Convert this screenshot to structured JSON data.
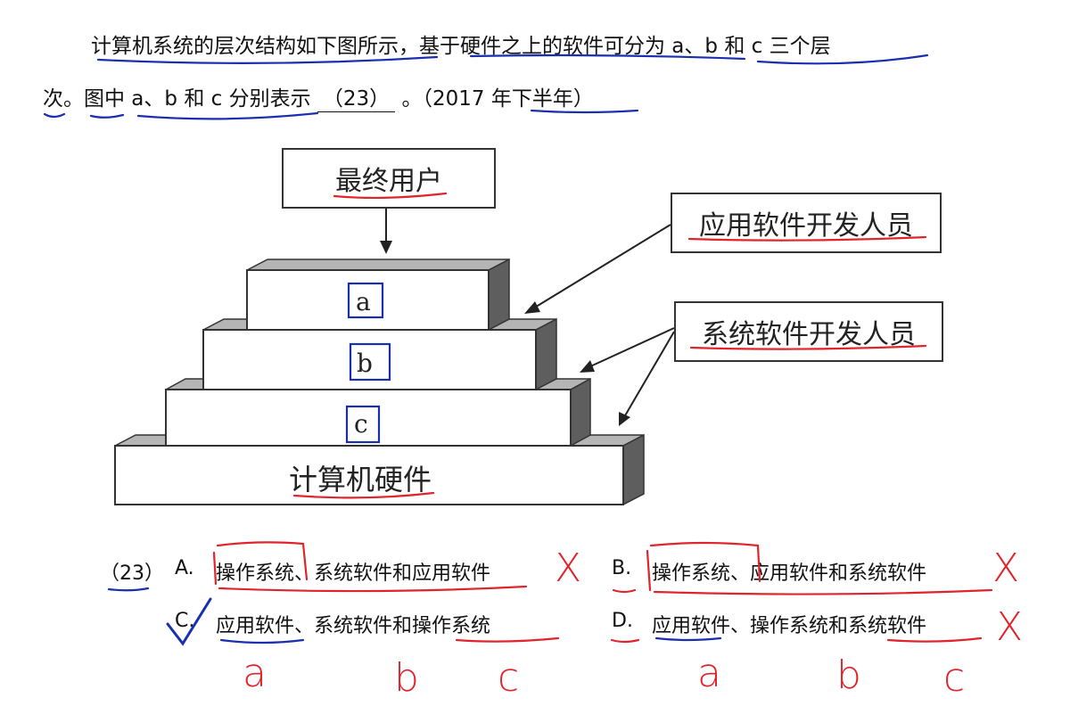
{
  "question": {
    "line1": "计算机系统的层次结构如下图所示，基于硬件之上的软件可分为 a、b 和 c 三个层",
    "line2_pre": "次。图中 a、b 和 c 分别表示",
    "blank": "（23）",
    "line2_post": "。（2017 年下半年）"
  },
  "diagram": {
    "top_box": "最终用户",
    "app_dev": "应用软件开发人员",
    "sys_dev": "系统软件开发人员",
    "layers": [
      "a",
      "b",
      "c"
    ],
    "hardware": "计算机硬件"
  },
  "options": {
    "number": "（23）",
    "A": {
      "letter": "A.",
      "text": "操作系统、系统软件和应用软件"
    },
    "B": {
      "letter": "B.",
      "text": "操作系统、应用软件和系统软件"
    },
    "C": {
      "letter": "C.",
      "text": "应用软件、系统软件和操作系统"
    },
    "D": {
      "letter": "D.",
      "text": "应用软件、操作系统和系统软件"
    }
  },
  "annotations": {
    "wrong_mark": "X",
    "under_c": [
      "a",
      "b",
      "c"
    ],
    "under_d": [
      "a",
      "b",
      "c"
    ],
    "ink_red": "#e0242c",
    "ink_blue": "#1a2fb0"
  }
}
